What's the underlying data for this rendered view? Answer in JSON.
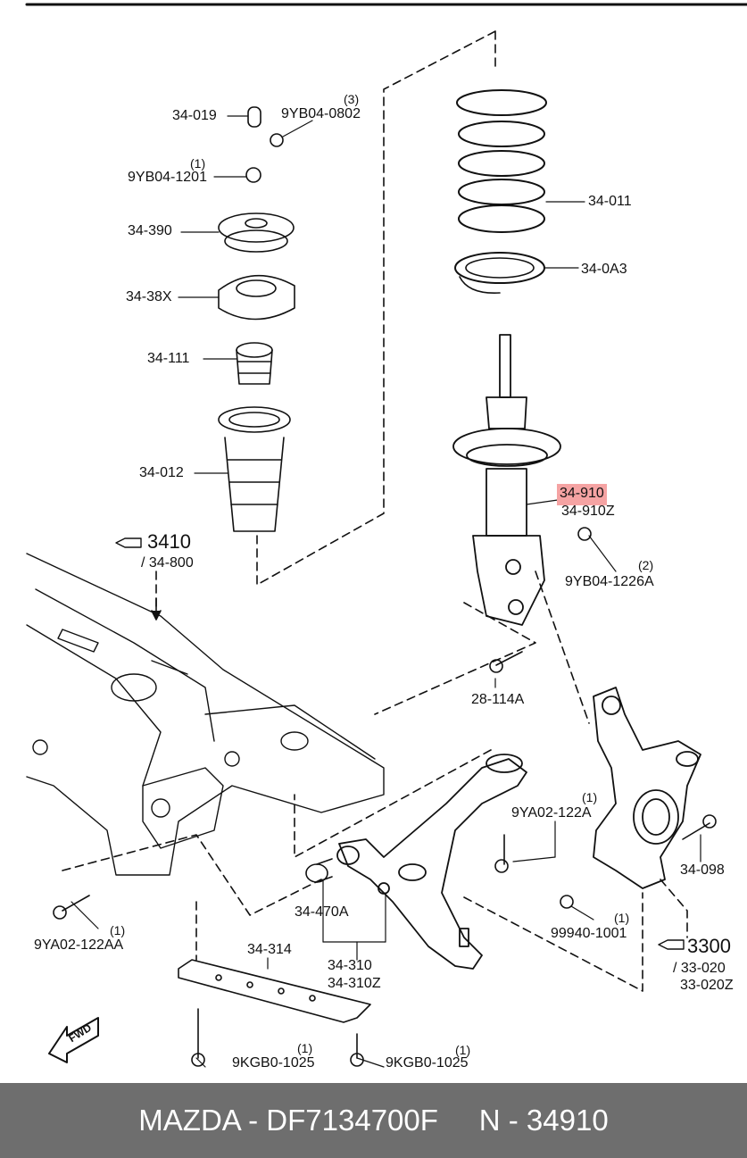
{
  "header_rule": true,
  "labels": {
    "p34019": "34-019",
    "p9yb040802": "9YB04-0802",
    "q9yb040802": "(3)",
    "p9yb041201": "9YB04-1201",
    "q9yb041201": "(1)",
    "p34390": "34-390",
    "p3438x": "34-38X",
    "p34111": "34-111",
    "p34012": "34-012",
    "p34011": "34-011",
    "p340a3": "34-0A3",
    "p34910": "34-910",
    "p34910z": "34-910Z",
    "p9yb041226a": "9YB04-1226A",
    "q9yb041226a": "(2)",
    "ref3410": "3410",
    "ref34800": "/ 34-800",
    "p28114a": "28-114A",
    "p9ya02122a": "9YA02-122A",
    "q9ya02122a": "(1)",
    "p34098": "34-098",
    "p34470a": "34-470A",
    "p9ya02122aa": "9YA02-122AA",
    "q9ya02122aa": "(1)",
    "p999401001": "99940-1001",
    "q999401001": "(1)",
    "ref3300": "3300",
    "ref33020": "/ 33-020",
    "ref33020z": "33-020Z",
    "p34314": "34-314",
    "p34310": "34-310",
    "p34310z": "34-310Z",
    "p9kgb01025a": "9KGB0-1025",
    "q9kgb01025a": "(1)",
    "p9kgb01025b": "9KGB0-1025",
    "q9kgb01025b": "(1)",
    "fwd": "FWD"
  },
  "highlight": {
    "part": "34-910",
    "color": "#f5a3a3"
  },
  "footer": {
    "text": "MAZDA - DF7134700F     N - 34910",
    "background": "#6e6e6e",
    "color": "#ffffff"
  }
}
